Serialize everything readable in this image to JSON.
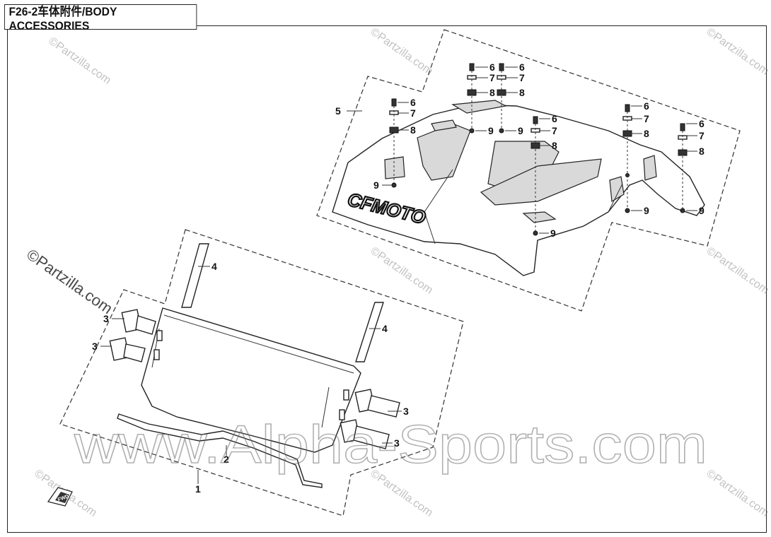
{
  "diagram": {
    "title": "F26-2车体附件/BODY ACCESSORIES",
    "watermark_main": "www.Alpha-Sports.com",
    "watermark_small": "©Partzilla.com",
    "brand_logo": "CFMOTO",
    "fwd_icon_label": "FWD",
    "callouts": {
      "p1": "1",
      "p2": "2",
      "p3": "3",
      "p4": "4",
      "p5": "5",
      "p6": "6",
      "p7": "7",
      "p8": "8",
      "p9": "9"
    }
  }
}
